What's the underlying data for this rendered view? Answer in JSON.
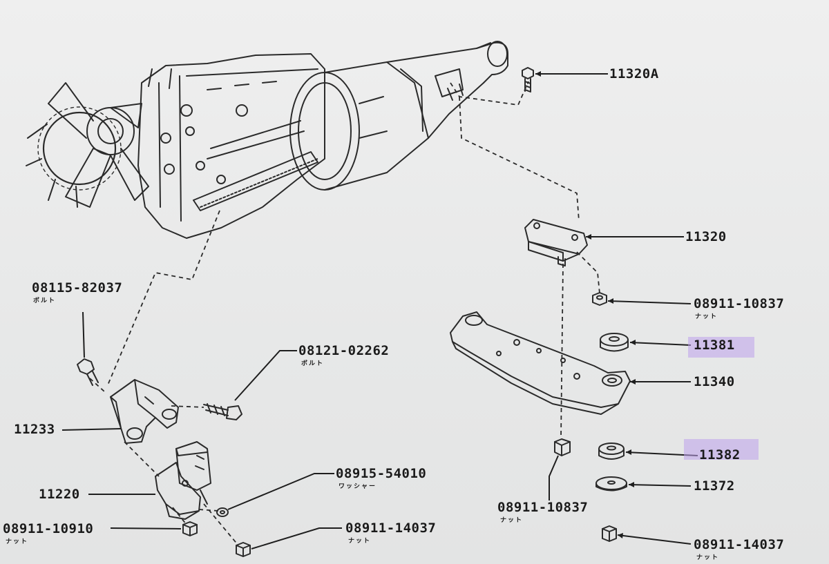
{
  "highlight_color": "#c7a8ee",
  "parts": {
    "p11320A": "11320A",
    "p11320": "11320",
    "p08911_10837_right": "08911-10837",
    "p08911_10837_right_sub": "ナット",
    "p11381": "11381",
    "p11340": "11340",
    "p11382": "11382",
    "p11372": "11372",
    "p08911_14037_right": "08911-14037",
    "p08911_14037_right_sub": "ナット",
    "p08911_10837_mid": "08911-10837",
    "p08911_10837_mid_sub": "ナット",
    "p08115_82037": "08115-82037",
    "p08115_82037_sub": "ボルト",
    "p08121_02262": "08121-02262",
    "p08121_02262_sub": "ボルト",
    "p11233": "11233",
    "p08915_54010": "08915-54010",
    "p08915_54010_sub": "ワッシャー",
    "p11220": "11220",
    "p08911_10910": "08911-10910",
    "p08911_10910_sub": "ナット",
    "p08911_14037_left": "08911-14037",
    "p08911_14037_left_sub": "ナット"
  }
}
